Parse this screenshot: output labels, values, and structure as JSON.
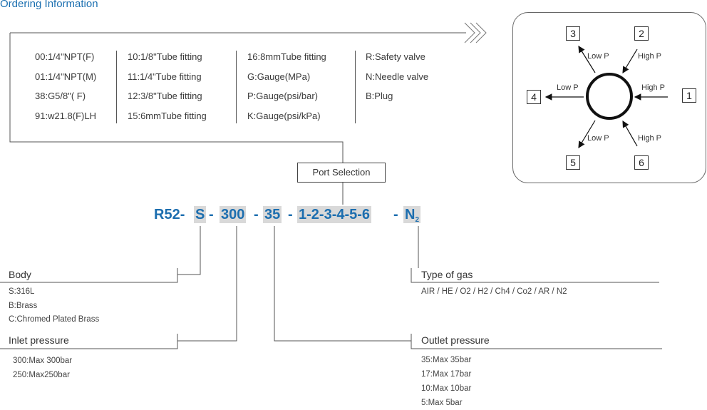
{
  "title": "Ordering Information",
  "port_options": [
    [
      "00:1/4\"NPT(F)",
      "01:1/4\"NPT(M)",
      "38:G5/8\"( F)",
      "91:w21.8(F)LH"
    ],
    [
      "10:1/8\"Tube fitting",
      "11:1/4\"Tube fitting",
      "12:3/8\"Tube fitting",
      "15:6mmTube fitting"
    ],
    [
      "16:8mmTube fitting",
      "G:Gauge(MPa)",
      "P:Gauge(psi/bar)",
      "K:Gauge(psi/kPa)"
    ],
    [
      "R:Safety valve",
      "N:Needle valve",
      "B:Plug"
    ]
  ],
  "port_selection_label": "Port Selection",
  "model_code": {
    "prefix": "R52-",
    "body": "S",
    "inlet": "300",
    "outlet": "35",
    "ports": "1-2-3-4-5-6",
    "gas": "N",
    "gas_sub": "2",
    "dash": "-"
  },
  "body": {
    "title": "Body",
    "options": [
      "S:316L",
      "B:Brass",
      "C:Chromed Plated Brass"
    ]
  },
  "inlet_pressure": {
    "title": "Inlet pressure",
    "options": [
      "300:Max 300bar",
      "250:Max250bar"
    ]
  },
  "type_of_gas": {
    "title": "Type of gas",
    "options": "AIR / HE / O2  / H2  / Ch4 / Co2  / AR / N2"
  },
  "outlet_pressure": {
    "title": "Outlet pressure",
    "options": [
      "35:Max 35bar",
      "17:Max 17bar",
      "10:Max 10bar",
      "5:Max 5bar"
    ]
  },
  "ports_diagram": {
    "numbers": [
      "1",
      "2",
      "3",
      "4",
      "5",
      "6"
    ],
    "low_p": "Low P",
    "high_p": "High P"
  }
}
